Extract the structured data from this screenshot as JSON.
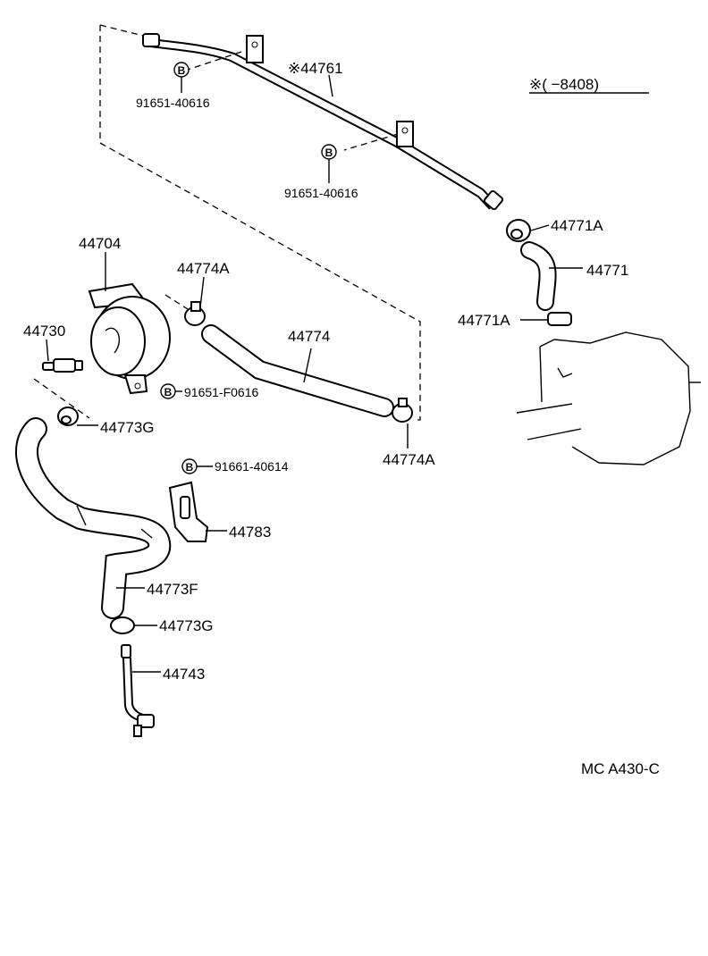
{
  "labels": {
    "p44761": "※44761",
    "bolt_top_a": "91651-40616",
    "bolt_top_b": "91651-40616",
    "p44771A_top": "44771A",
    "p44771": "44771",
    "p44771A_mid": "44771A",
    "p44704": "44704",
    "p44774A_top": "44774A",
    "p44774": "44774",
    "p44730": "44730",
    "bolt_f0616": "91651-F0616",
    "p44773G_top": "44773G",
    "p44774A_bot": "44774A",
    "bolt_614": "91661-40614",
    "p44783": "44783",
    "p44773F": "44773F",
    "p44773G_bot": "44773G",
    "p44743": "44743",
    "ref_code": "MC  A430-C",
    "note": "※(       −8408)",
    "bolt_symbol": "B"
  },
  "icons": [
    "bolt-b-symbol-icon"
  ]
}
